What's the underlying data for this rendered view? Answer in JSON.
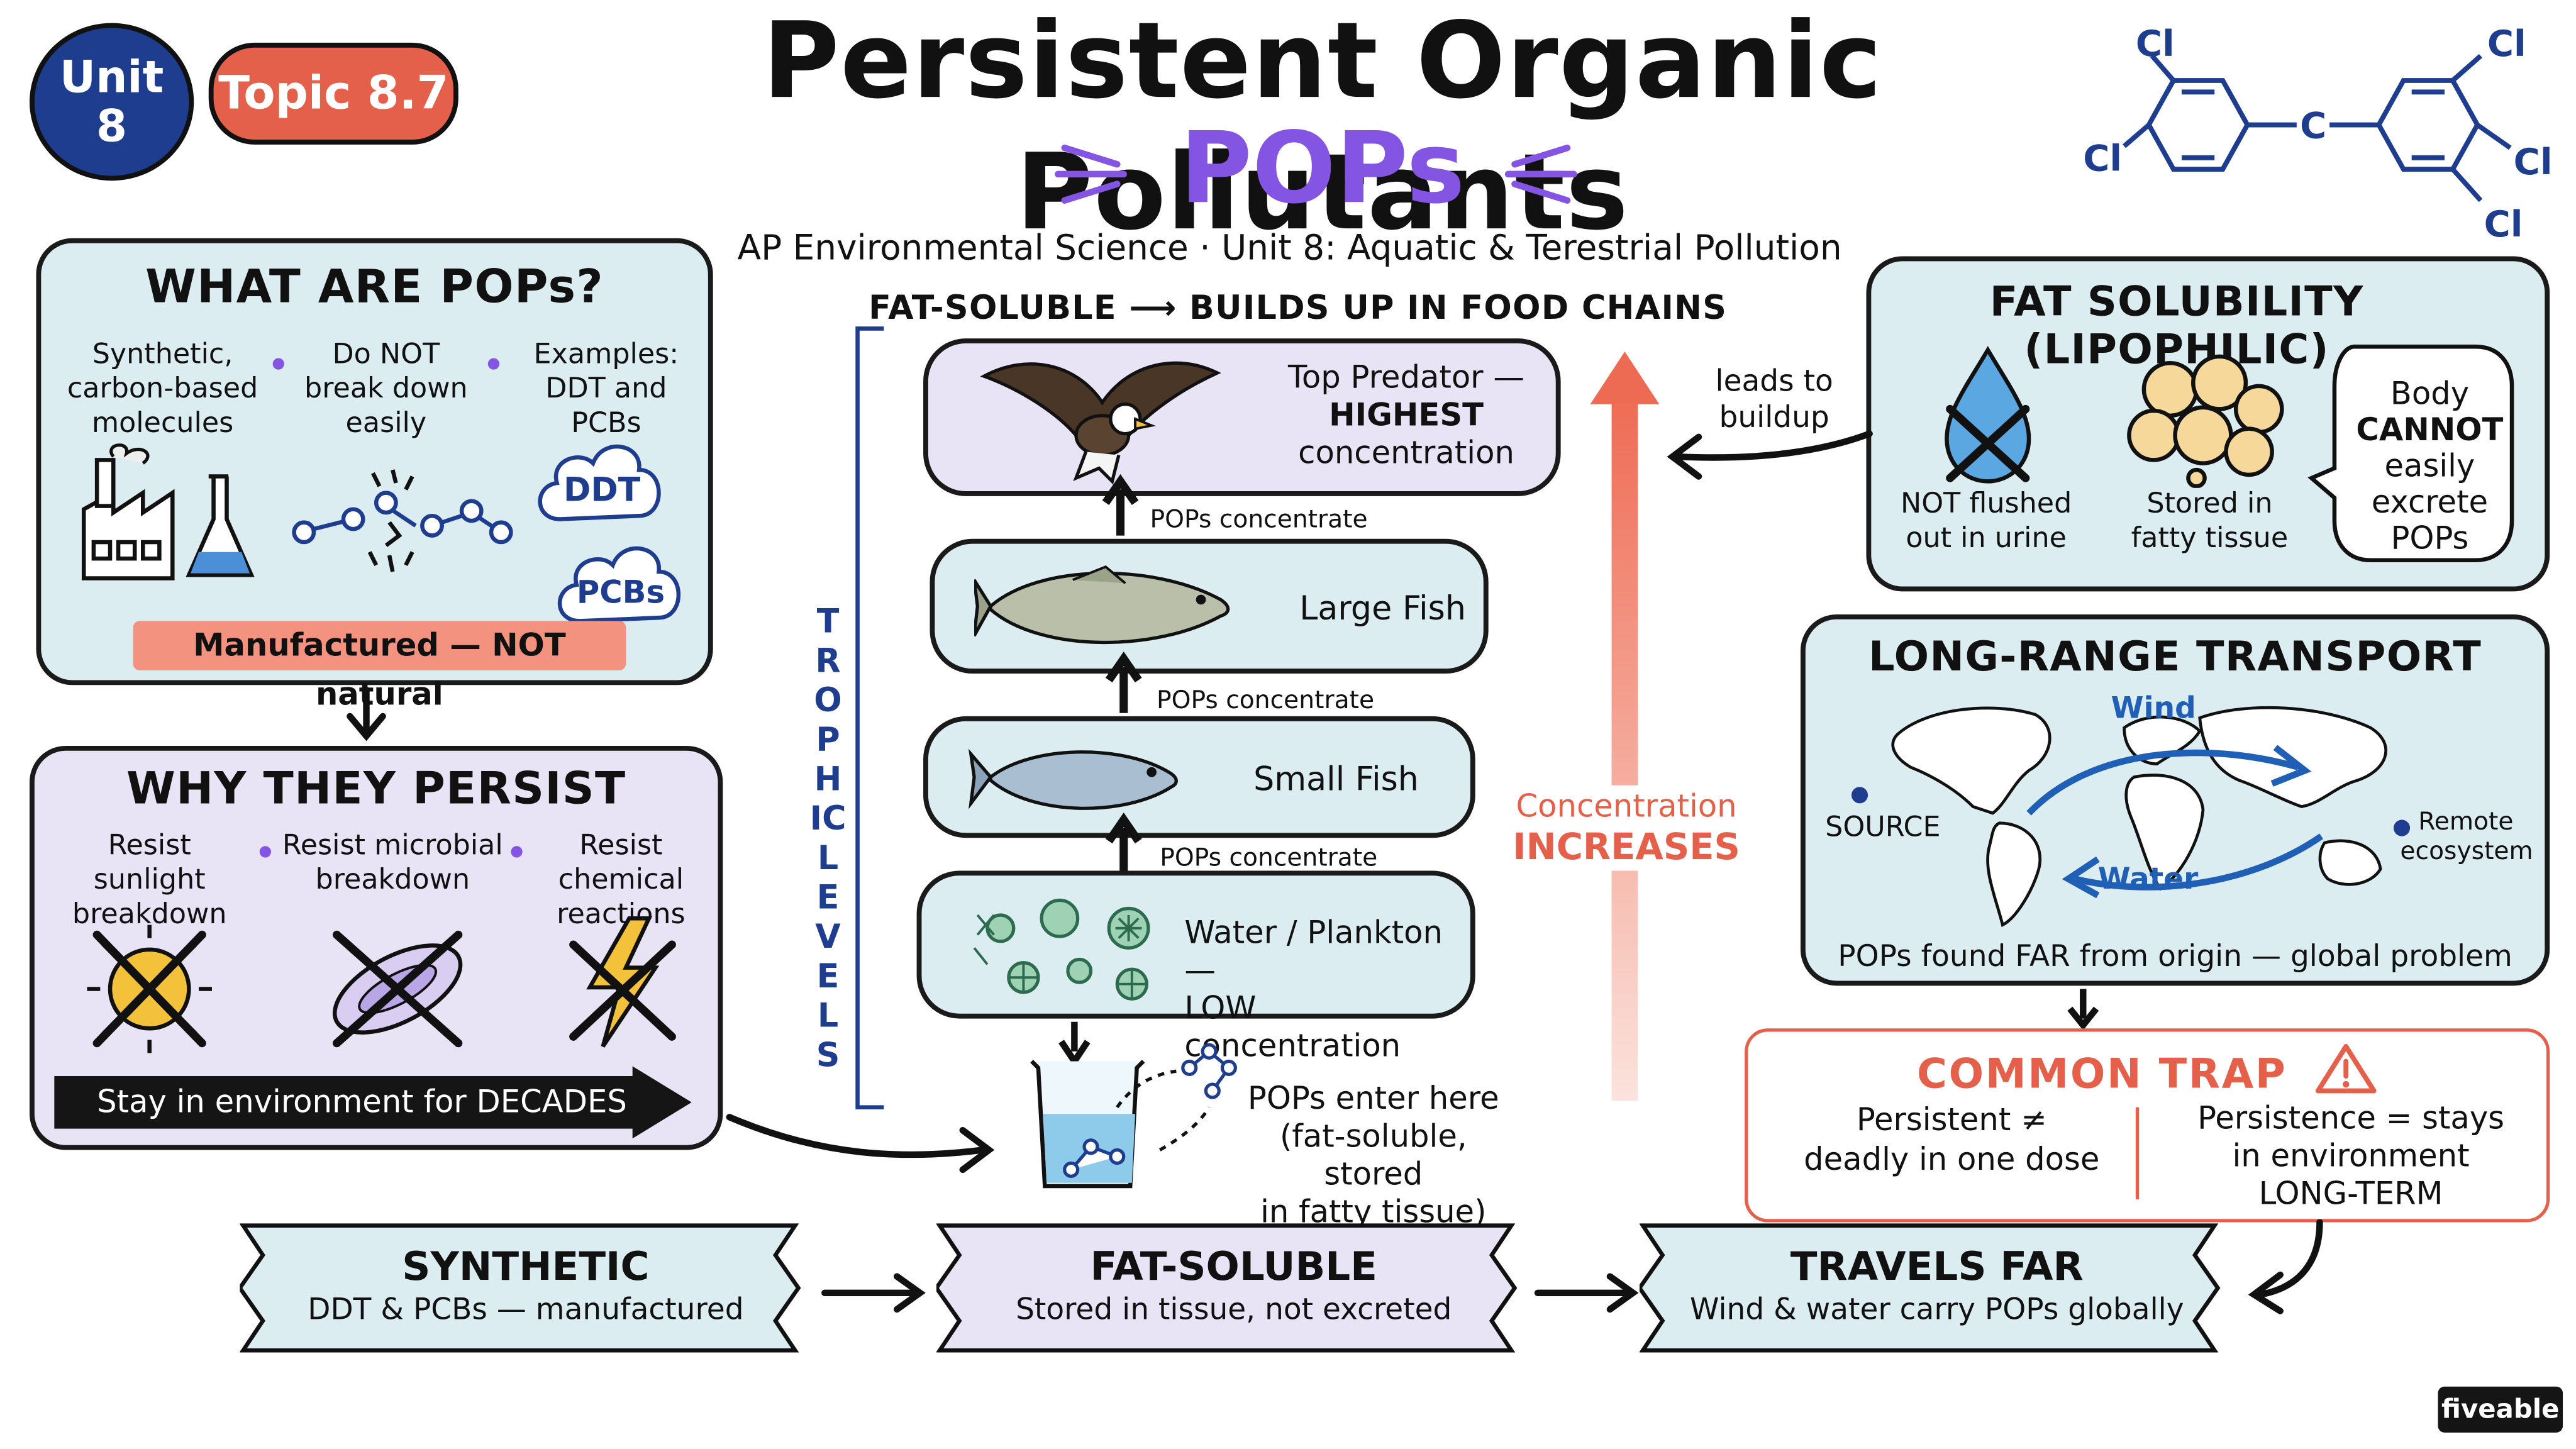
{
  "badges": {
    "unit": "Unit 8",
    "topic": "Topic 8.7"
  },
  "header": {
    "title": "Persistent Organic Pollutants",
    "subtitle": "POPs",
    "course_line": "AP Environmental Science · Unit 8: Aquatic & Terestrial Pollution"
  },
  "molecule": {
    "atom_cl": "Cl",
    "atom_c": "C"
  },
  "what_are": {
    "title": "WHAT ARE POPs?",
    "col1": "Synthetic, carbon-based molecules",
    "col2": "Do NOT break down easily",
    "col3": "Examples: DDT and PCBs",
    "cloud1": "DDT",
    "cloud2": "PCBs",
    "banner": "Manufactured — NOT natural"
  },
  "why_persist": {
    "title": "WHY THEY PERSIST",
    "col1": "Resist sunlight breakdown",
    "col2": "Resist microbial breakdown",
    "col3": "Resist chemical reactions",
    "arrow_text": "Stay in environment for DECADES"
  },
  "food_chain": {
    "header": "FAT-SOLUBLE ⟶ BUILDS UP IN FOOD CHAINS",
    "trophic_label": "TROPHIC LEVELS",
    "levels": [
      {
        "line1": "Top Predator —",
        "line2": "HIGHEST",
        "line3": "concentration"
      },
      {
        "line1": "Large Fish"
      },
      {
        "line1": "Small Fish"
      },
      {
        "line1": "Water / Plankton —",
        "line2": "LOW concentration"
      }
    ],
    "concentrate_label": "POPs concentrate",
    "entry_line1": "POPs enter here",
    "entry_line2": "(fat-soluble, stored",
    "entry_line3": "in fatty tissue)",
    "conc_line1": "Concentration",
    "conc_line2": "INCREASES"
  },
  "fat_solubility": {
    "title": "FAT SOLUBILITY (LIPOPHILIC)",
    "item1_l1": "NOT flushed",
    "item1_l2": "out in urine",
    "item2_l1": "Stored in",
    "item2_l2": "fatty tissue",
    "bubble": [
      "Body",
      "CANNOT",
      "easily",
      "excrete",
      "POPs"
    ],
    "leads_l1": "leads to",
    "leads_l2": "buildup"
  },
  "transport": {
    "title": "LONG-RANGE TRANSPORT",
    "wind": "Wind",
    "water": "Water",
    "source": "SOURCE",
    "remote_l1": "Remote",
    "remote_l2": "ecosystem",
    "caption": "POPs found FAR from origin — global problem"
  },
  "trap": {
    "title": "COMMON TRAP",
    "left_l1": "Persistent ≠",
    "left_l2": "deadly in one dose",
    "right_l1": "Persistence = stays",
    "right_l2": "in environment",
    "right_l3": "LONG-TERM"
  },
  "summary": [
    {
      "title": "SYNTHETIC",
      "text": "DDT & PCBs — manufactured"
    },
    {
      "title": "FAT-SOLUBLE",
      "text": "Stored in tissue, not excreted"
    },
    {
      "title": "TRAVELS FAR",
      "text": "Wind & water carry POPs globally"
    }
  ],
  "brand": "fiveable",
  "colors": {
    "navy": "#1f3d8f",
    "coral": "#e5604a",
    "purple": "#8455e3",
    "panel_blue": "#dcedf1",
    "panel_lavender": "#e9e4f5",
    "warning": "#f4c13a"
  }
}
